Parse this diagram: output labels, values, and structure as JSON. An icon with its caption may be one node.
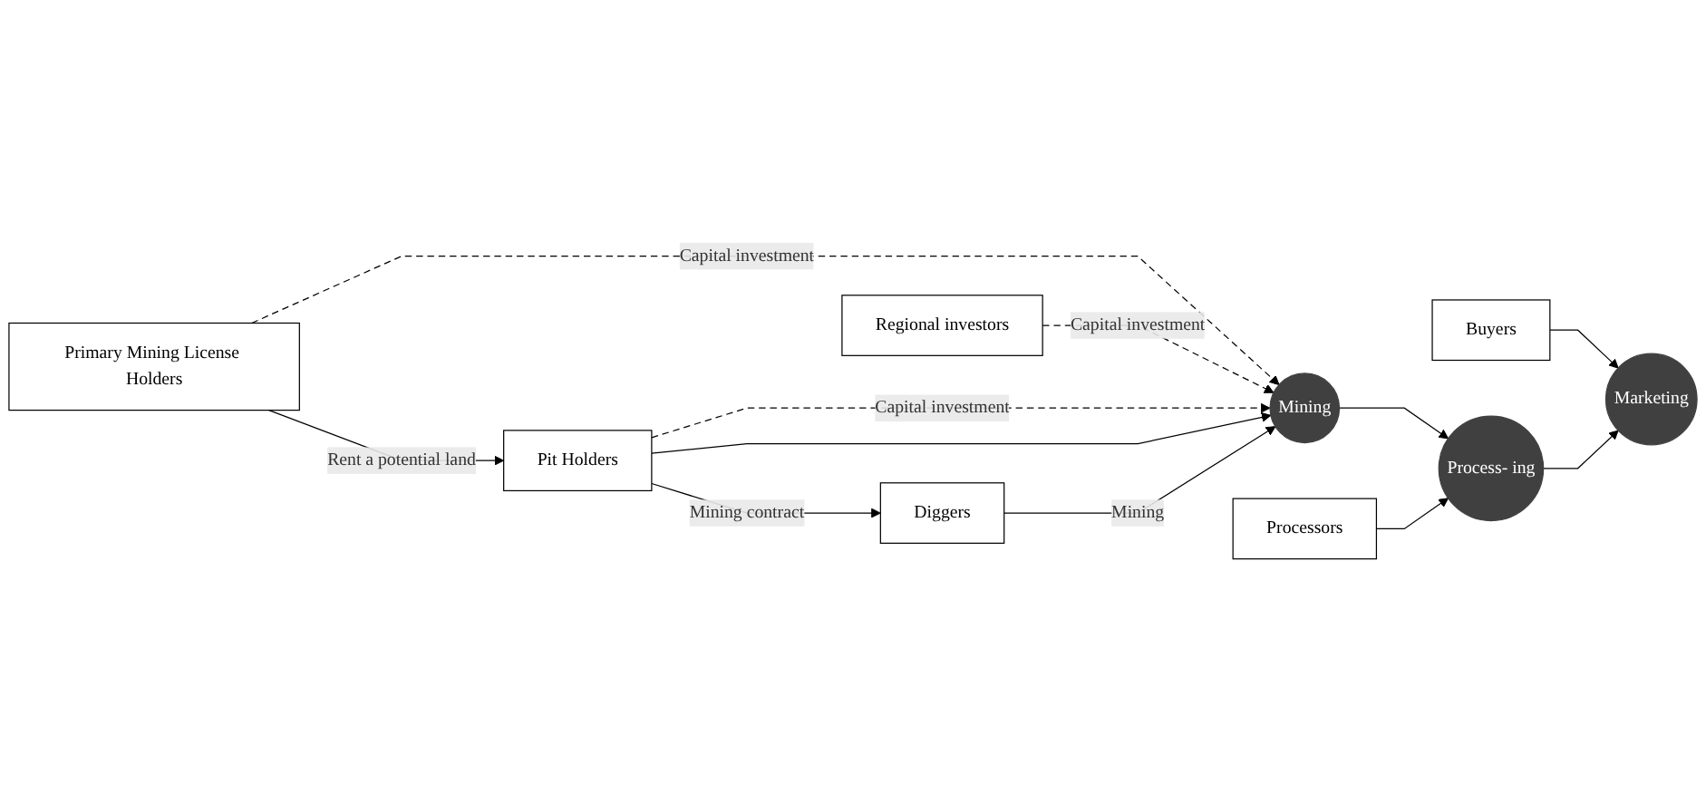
{
  "diagram": {
    "nodes": [
      {
        "text": [
          "Primary Mining License Holders"
        ]
      },
      {
        "text": [
          "Regional investors"
        ]
      },
      {
        "text": [
          "Buyers"
        ]
      },
      {
        "text": [
          "Pit Holders"
        ]
      },
      {
        "text": [
          "Mining"
        ]
      },
      {
        "text": [
          "Process- ing"
        ]
      },
      {
        "text": [
          "Marketing"
        ]
      },
      {
        "text": [
          "Diggers"
        ]
      },
      {
        "text": [
          "Processors"
        ]
      }
    ],
    "edges": [
      {
        "from": 0,
        "to": 3,
        "arrow": "to",
        "label": "Rent a potential land"
      },
      {
        "from": 0,
        "to": 4,
        "arrow": "to",
        "label": "Capital investment",
        "style": "dashed"
      },
      {
        "from": 1,
        "to": 4,
        "arrow": "to",
        "label": "Capital investment",
        "style": "dashed"
      },
      {
        "from": 2,
        "to": 6,
        "arrow": "to"
      },
      {
        "from": 3,
        "to": 4,
        "arrow": "to",
        "label": "Capital investment",
        "style": "dashed"
      },
      {
        "from": 3,
        "to": 4,
        "arrow": "to"
      },
      {
        "from": 3,
        "to": 7,
        "arrow": "to",
        "label": "Mining contract"
      },
      {
        "from": 7,
        "to": 4,
        "arrow": "to",
        "label": "Mining"
      },
      {
        "from": 4,
        "to": 5,
        "arrow": "to"
      },
      {
        "from": 5,
        "to": 6,
        "arrow": "to"
      },
      {
        "from": 8,
        "to": 5,
        "arrow": "to"
      }
    ]
  }
}
